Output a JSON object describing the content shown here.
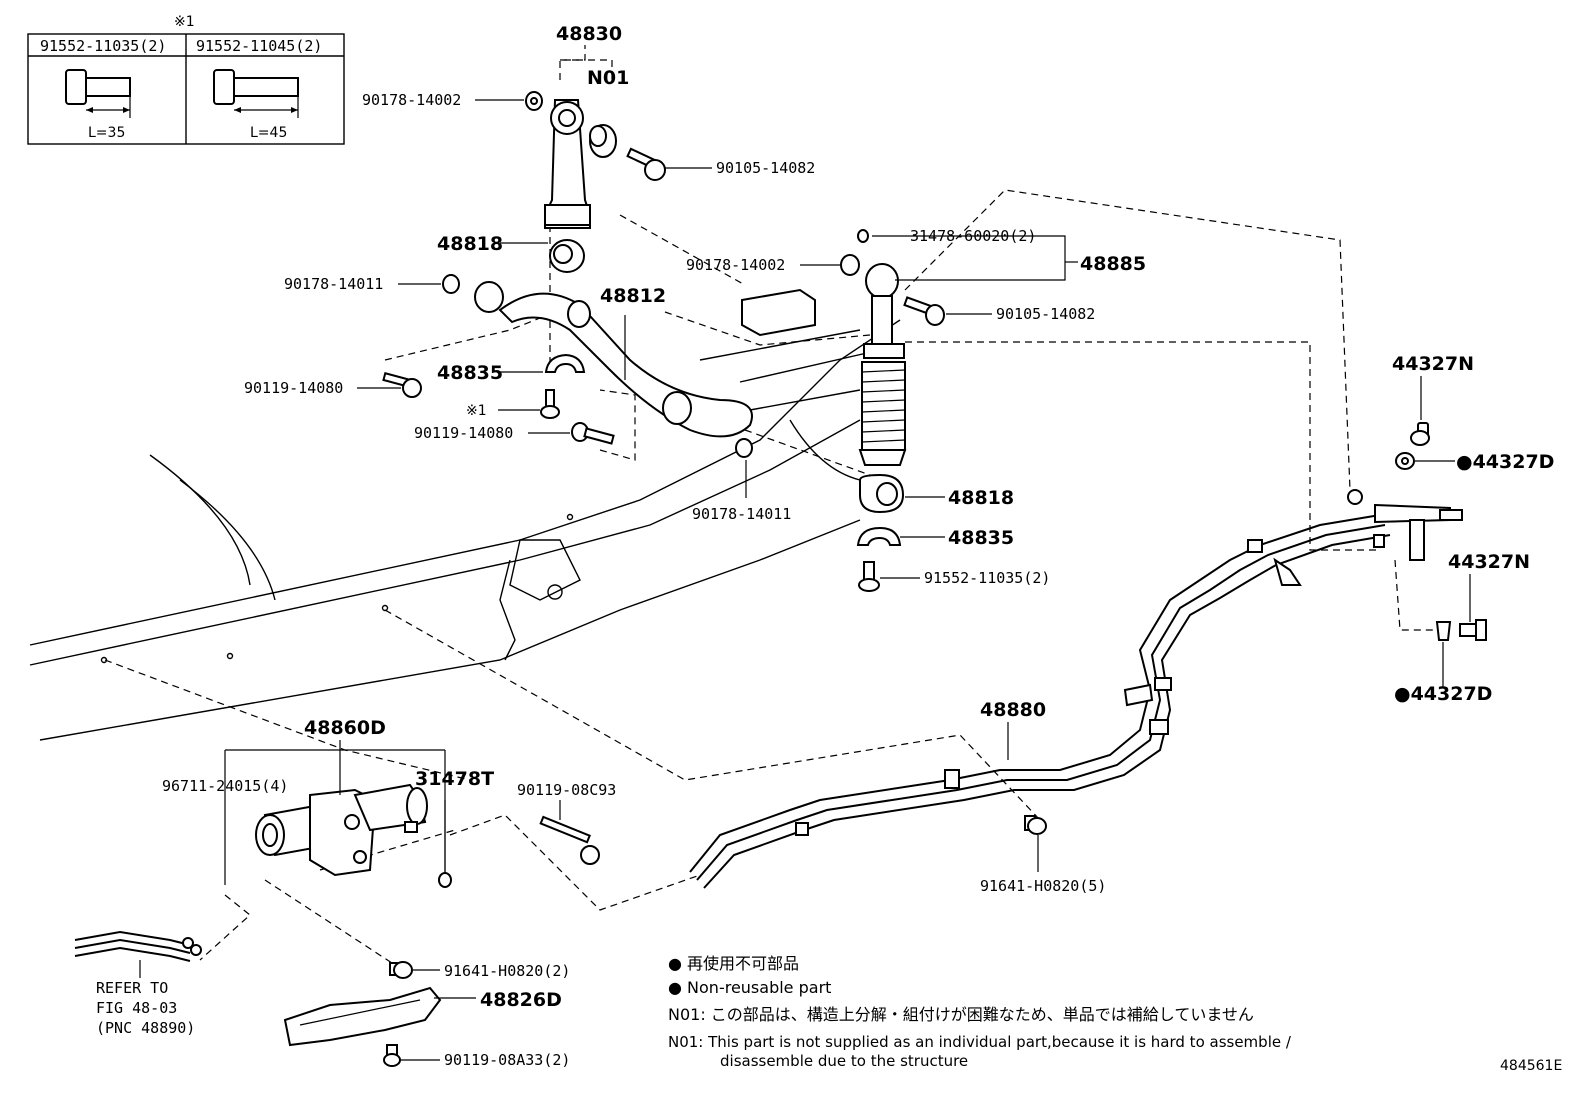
{
  "inset": {
    "note_mark": "※1",
    "col1_part": "91552-11035(2)",
    "col2_part": "91552-11045(2)",
    "col1_length": "L=35",
    "col2_length": "L=45"
  },
  "labels": {
    "p48830": "48830",
    "n01": "N01",
    "p90178_14002_top": "90178-14002",
    "p90105_14082_top": "90105-14082",
    "p48818_left": "48818",
    "p90178_14011_left": "90178-14011",
    "p48812": "48812",
    "p48835_left": "48835",
    "p90119_14080_a": "90119-14080",
    "mark1": "※1",
    "p90119_14080_b": "90119-14080",
    "p90178_14011_mid": "90178-14011",
    "p31478_60020": "31478-60020(2)",
    "p48885": "48885",
    "p90178_14002_mid": "90178-14002",
    "p90105_14082_mid": "90105-14082",
    "p48818_right": "48818",
    "p48835_right": "48835",
    "p91552_11035": "91552-11035(2)",
    "p44327N_top": "44327N",
    "p44327D_top": "●44327D",
    "p44327N_bot": "44327N",
    "p44327D_bot": "●44327D",
    "p48880": "48880",
    "p91641_H0820_5": "91641-H0820(5)",
    "p48860D": "48860D",
    "p96711": "96711-24015(4)",
    "p31478T": "31478T",
    "p90119_08C93": "90119-08C93",
    "p91641_H0820_2": "91641-H0820(2)",
    "p48826D": "48826D",
    "p90119_08A33": "90119-08A33(2)",
    "refer_line1": "REFER TO",
    "refer_line2": "FIG 48-03",
    "refer_line3": "(PNC 48890)"
  },
  "legend": {
    "line1": "● 再使用不可部品",
    "line2": "● Non-reusable part",
    "line3": "N01: この部品は、構造上分解・組付けが困難なため、単品では補給していません",
    "line4": "N01: This part is not supplied as an individual part,because it is hard to assemble /",
    "line5": "disassemble due to the structure"
  },
  "figure_id": "484561E"
}
